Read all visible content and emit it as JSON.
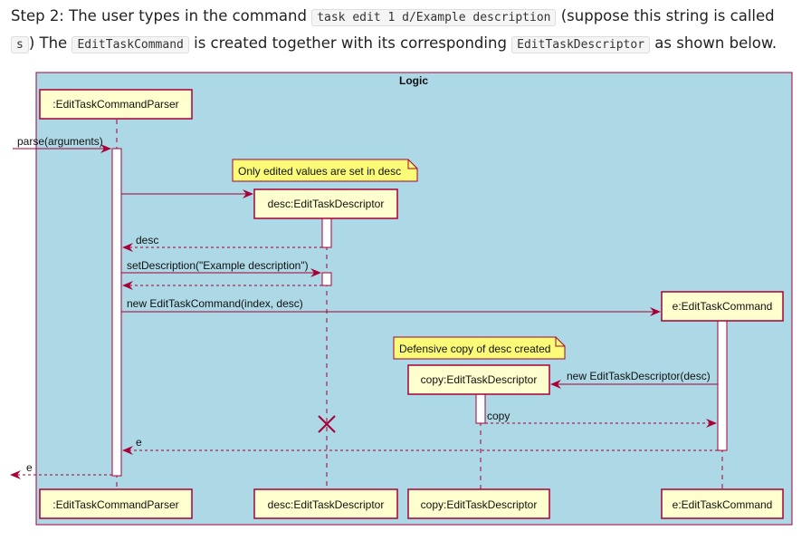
{
  "paragraph": {
    "text1": "Step 2: The user types in the command ",
    "code1": "task edit 1 d/Example description",
    "text2": " (suppose this string is called ",
    "code2": "s",
    "text3": ") The ",
    "code3": "EditTaskCommand",
    "text4": " is created together with its corresponding ",
    "code4": "EditTaskDescriptor",
    "text5": " as shown below."
  },
  "diagram": {
    "frame_title": "Logic",
    "participants": {
      "parser": ":EditTaskCommandParser",
      "desc": "desc:EditTaskDescriptor",
      "copy": "copy:EditTaskDescriptor",
      "command": "e:EditTaskCommand"
    },
    "messages": {
      "parse": "parse(arguments)",
      "desc_return": "desc",
      "set_description": "setDescription(\"Example description\")",
      "new_command": "new EditTaskCommand(index, desc)",
      "new_descriptor": "new EditTaskDescriptor(desc)",
      "copy_return": "copy",
      "e_return": "e",
      "e_final": "e"
    },
    "notes": {
      "edited_values": "Only edited values are set in desc",
      "defensive_copy": "Defensive copy of desc created"
    },
    "colors": {
      "background": "#add8e6",
      "border": "#a80036",
      "participant_fill": "#fefece",
      "note_fill": "#fbfb77"
    }
  }
}
